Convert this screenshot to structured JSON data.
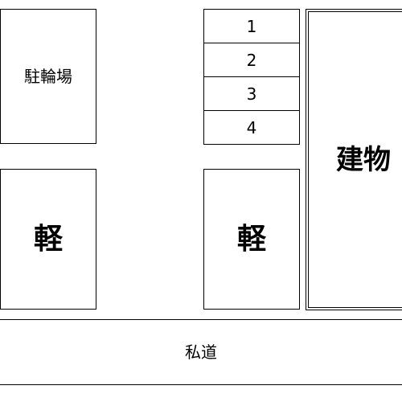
{
  "bicycle_parking": {
    "label": "駐輪場"
  },
  "kei_left": {
    "label": "軽"
  },
  "kei_right": {
    "label": "軽"
  },
  "parking_spots": [
    {
      "label": "1"
    },
    {
      "label": "2"
    },
    {
      "label": "3"
    },
    {
      "label": "4"
    }
  ],
  "building": {
    "label": "建物"
  },
  "road": {
    "label": "私道"
  }
}
